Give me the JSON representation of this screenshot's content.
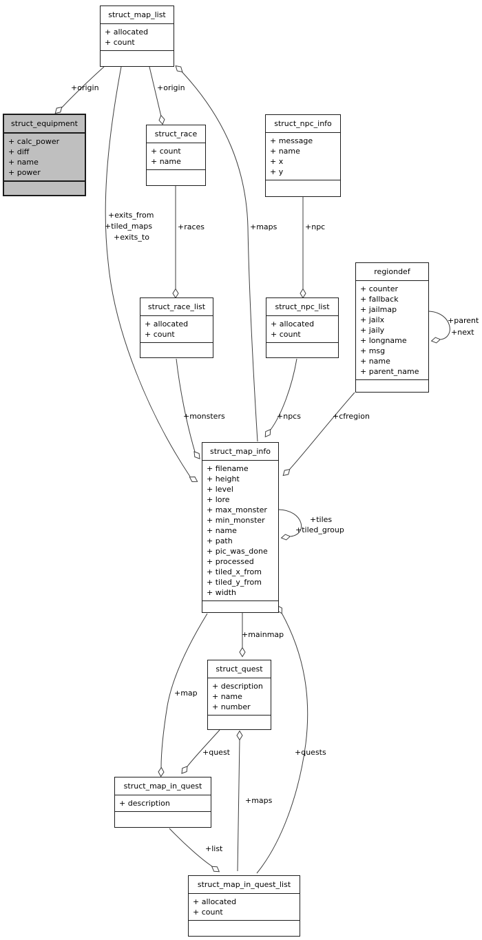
{
  "colors": {
    "background": "#ffffff",
    "box_fill": "#ffffff",
    "box_border": "#1a1a1a",
    "highlight_fill": "#bfbfbf",
    "edge": "#3c3c3c",
    "text": "#000000"
  },
  "classes": [
    {
      "id": "struct_map_list",
      "title": "struct_map_list",
      "fields": [
        "+ allocated",
        "+ count"
      ],
      "highlight": false
    },
    {
      "id": "struct_equipment",
      "title": "struct_equipment",
      "fields": [
        "+ calc_power",
        "+ diff",
        "+ name",
        "+ power"
      ],
      "highlight": true
    },
    {
      "id": "struct_race",
      "title": "struct_race",
      "fields": [
        "+ count",
        "+ name"
      ],
      "highlight": false
    },
    {
      "id": "struct_npc_info",
      "title": "struct_npc_info",
      "fields": [
        "+ message",
        "+ name",
        "+ x",
        "+ y"
      ],
      "highlight": false
    },
    {
      "id": "struct_race_list",
      "title": "struct_race_list",
      "fields": [
        "+ allocated",
        "+ count"
      ],
      "highlight": false
    },
    {
      "id": "struct_npc_list",
      "title": "struct_npc_list",
      "fields": [
        "+ allocated",
        "+ count"
      ],
      "highlight": false
    },
    {
      "id": "regiondef",
      "title": "regiondef",
      "fields": [
        "+ counter",
        "+ fallback",
        "+ jailmap",
        "+ jailx",
        "+ jaily",
        "+ longname",
        "+ msg",
        "+ name",
        "+ parent_name"
      ],
      "highlight": false
    },
    {
      "id": "struct_map_info",
      "title": "struct_map_info",
      "fields": [
        "+ filename",
        "+ height",
        "+ level",
        "+ lore",
        "+ max_monster",
        "+ min_monster",
        "+ name",
        "+ path",
        "+ pic_was_done",
        "+ processed",
        "+ tiled_x_from",
        "+ tiled_y_from",
        "+ width"
      ],
      "highlight": false
    },
    {
      "id": "struct_quest",
      "title": "struct_quest",
      "fields": [
        "+ description",
        "+ name",
        "+ number"
      ],
      "highlight": false
    },
    {
      "id": "struct_map_in_quest",
      "title": "struct_map_in_quest",
      "fields": [
        "+ description"
      ],
      "highlight": false
    },
    {
      "id": "struct_map_in_quest_list",
      "title": "struct_map_in_quest_list",
      "fields": [
        "+ allocated",
        "+ count"
      ],
      "highlight": false
    }
  ],
  "edges": [
    {
      "id": "origin-equipment",
      "from": "struct_map_list",
      "to": "struct_equipment",
      "labels": [
        "+origin"
      ]
    },
    {
      "id": "origin-race",
      "from": "struct_map_list",
      "to": "struct_race",
      "labels": [
        "+origin"
      ]
    },
    {
      "id": "exits",
      "from": "struct_map_list",
      "to": "struct_map_info",
      "labels": [
        "+exits_from",
        "+tiled_maps",
        "+exits_to"
      ]
    },
    {
      "id": "maps-top",
      "from": "struct_map_list",
      "to": "struct_map_info",
      "labels": [
        "+maps"
      ]
    },
    {
      "id": "races",
      "from": "struct_race",
      "to": "struct_race_list",
      "labels": [
        "+races"
      ]
    },
    {
      "id": "npc",
      "from": "struct_npc_info",
      "to": "struct_npc_list",
      "labels": [
        "+npc"
      ]
    },
    {
      "id": "monsters",
      "from": "struct_race_list",
      "to": "struct_map_info",
      "labels": [
        "+monsters"
      ]
    },
    {
      "id": "npcs",
      "from": "struct_npc_list",
      "to": "struct_map_info",
      "labels": [
        "+npcs"
      ]
    },
    {
      "id": "cfregion",
      "from": "regiondef",
      "to": "struct_map_info",
      "labels": [
        "+cfregion"
      ]
    },
    {
      "id": "region-self",
      "from": "regiondef",
      "to": "regiondef",
      "labels": [
        "+parent",
        "+next"
      ]
    },
    {
      "id": "tiles-self",
      "from": "struct_map_info",
      "to": "struct_map_info",
      "labels": [
        "+tiles",
        "+tiled_group"
      ]
    },
    {
      "id": "mainmap",
      "from": "struct_map_info",
      "to": "struct_quest",
      "labels": [
        "+mainmap"
      ]
    },
    {
      "id": "map",
      "from": "struct_map_info",
      "to": "struct_map_in_quest",
      "labels": [
        "+map"
      ]
    },
    {
      "id": "quest",
      "from": "struct_quest",
      "to": "struct_map_in_quest",
      "labels": [
        "+quest"
      ]
    },
    {
      "id": "quests",
      "from": "struct_map_info",
      "to": "struct_map_in_quest_list",
      "labels": [
        "+quests"
      ]
    },
    {
      "id": "maps-bottom",
      "from": "struct_quest",
      "to": "struct_map_in_quest_list",
      "labels": [
        "+maps"
      ]
    },
    {
      "id": "list",
      "from": "struct_map_in_quest",
      "to": "struct_map_in_quest_list",
      "labels": [
        "+list"
      ]
    }
  ]
}
